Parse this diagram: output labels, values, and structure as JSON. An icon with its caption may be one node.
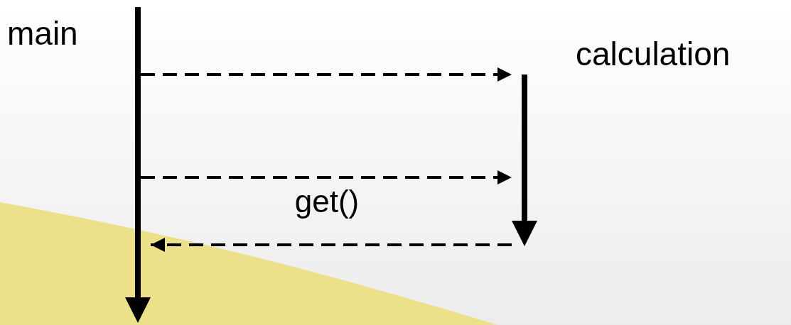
{
  "diagram": {
    "nodes": [
      {
        "text": [
          "main"
        ]
      },
      {
        "text": [
          "calculation"
        ]
      }
    ],
    "edges": [
      {
        "from": 0,
        "to": 1,
        "arrow": "to",
        "style": "dashed"
      },
      {
        "from": 0,
        "to": 1,
        "arrow": "to",
        "style": "dashed"
      },
      {
        "from": 1,
        "to": 0,
        "arrow": "to",
        "style": "dashed",
        "label": "get()"
      }
    ]
  }
}
